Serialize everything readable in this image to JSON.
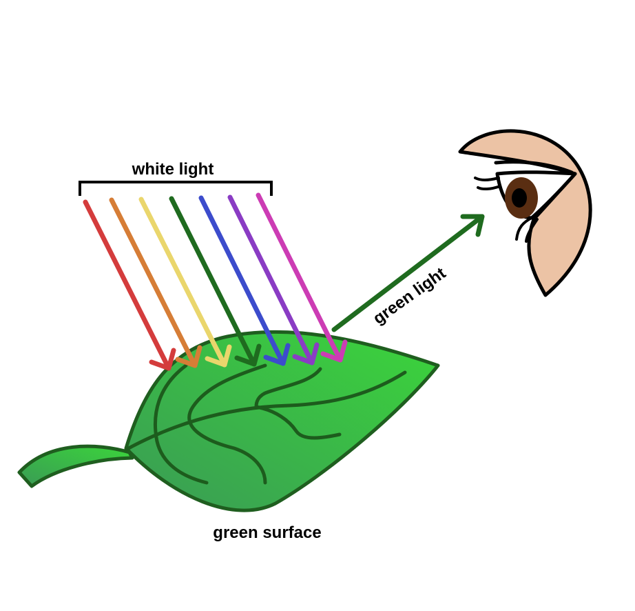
{
  "labels": {
    "white_light": "white light",
    "green_light": "green light",
    "green_surface": "green surface"
  },
  "colors": {
    "red": "#d43c3c",
    "orange": "#d67d36",
    "yellow": "#ead66c",
    "green": "#1f6b1f",
    "blue": "#3c4ccc",
    "violet": "#8a3cc4",
    "magenta": "#cc3cb4",
    "leaf_light": "#3bcf3b",
    "leaf_dark": "#3a9b55",
    "leaf_outline": "#1f5e1f",
    "skin": "#ecc3a5",
    "iris": "#5a2e12",
    "outline": "#000000"
  }
}
